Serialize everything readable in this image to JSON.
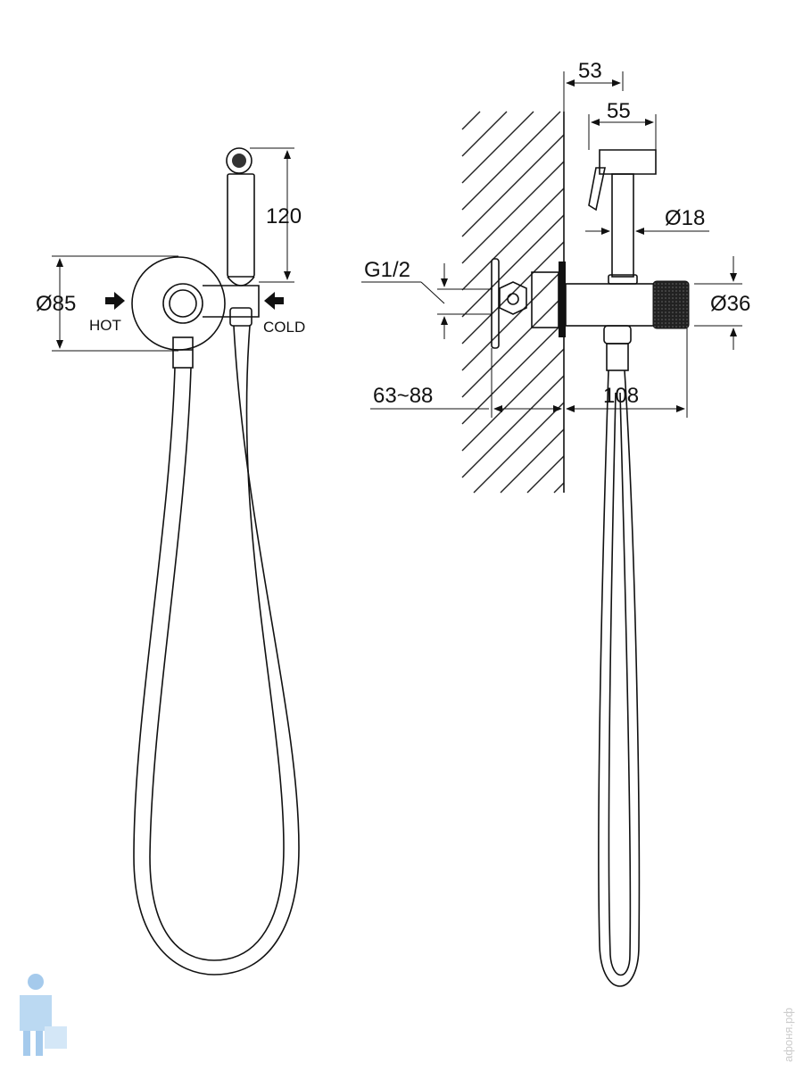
{
  "drawing": {
    "front_view": {
      "diameter_plate": "Ø85",
      "height_handshower": "120",
      "inlet_hot": "HOT",
      "inlet_cold": "COLD"
    },
    "side_view": {
      "projection_53": "53",
      "head_length": "55",
      "stem_diameter": "Ø18",
      "body_diameter": "Ø36",
      "thread": "G1/2",
      "wall_depth": "63~88",
      "body_length": "108"
    }
  },
  "watermark": "афоня.рф",
  "logo": "plumber-mascot"
}
